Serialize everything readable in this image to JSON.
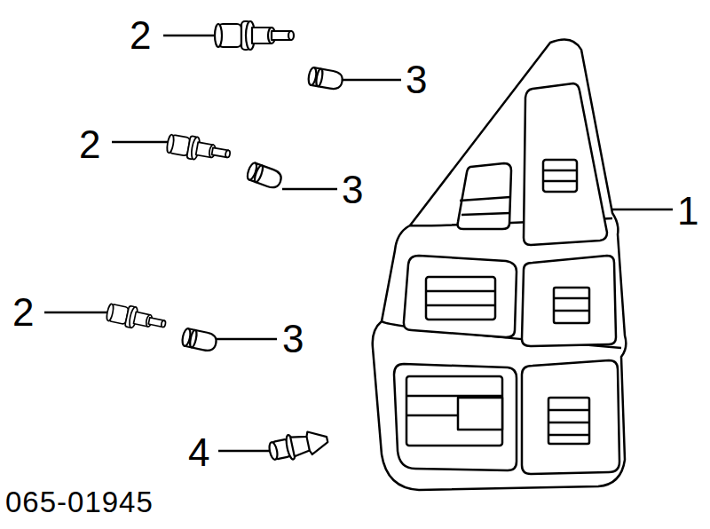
{
  "diagram": {
    "labels": [
      "2",
      "3",
      "2",
      "3",
      "1",
      "2",
      "3",
      "4",
      "065-01945"
    ]
  }
}
